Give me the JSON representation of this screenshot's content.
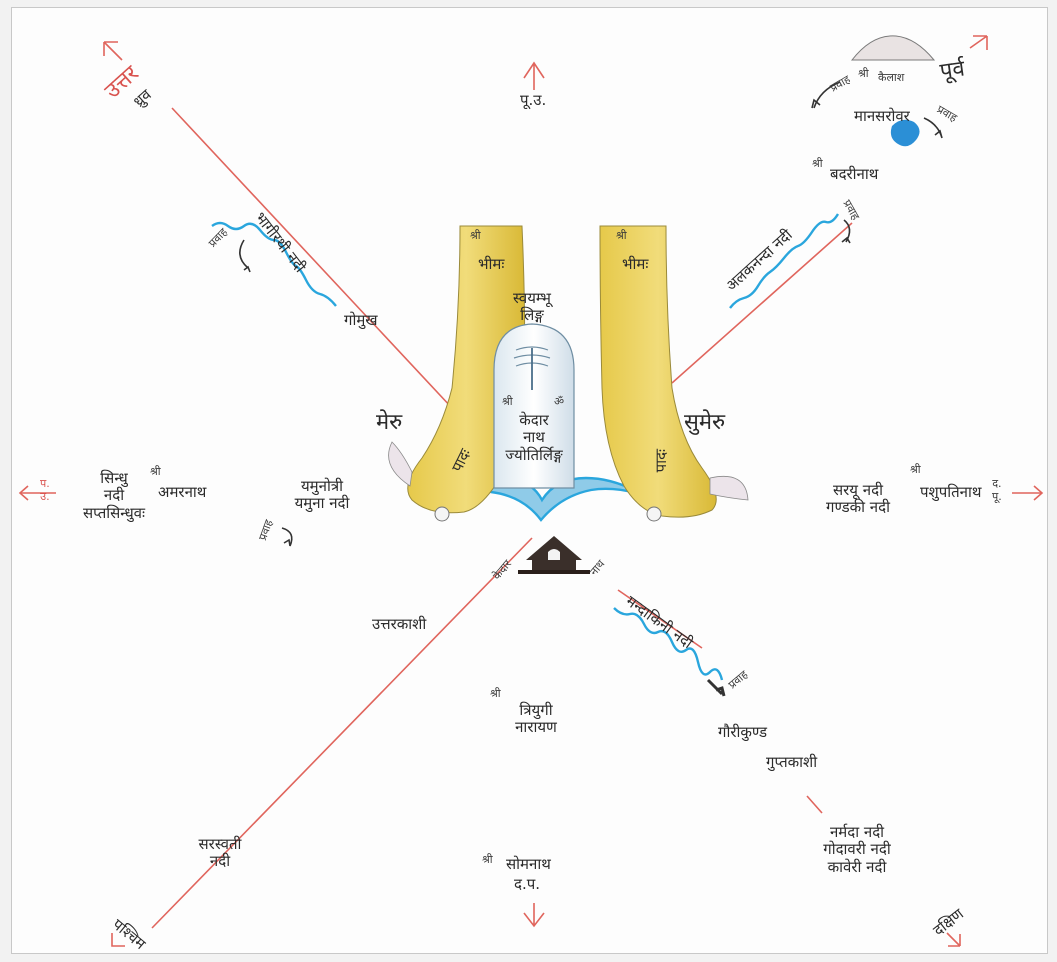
{
  "directions": {
    "north": "उत्तर",
    "northeast_top": "पू.उ.",
    "east_top": "पूर्व",
    "west": "प.\nउ.",
    "east": "द.\nपू.",
    "south_top": "द.प.",
    "southwest": "पश्चिम",
    "south": "दक्षिण"
  },
  "shri": "श्री",
  "labels": {
    "dhruv": "ध्रुव",
    "bhagirathi": "भागीरथी नदी",
    "pravah": "प्रवाह",
    "gomukh": "गोमुख",
    "meru": "मेरु",
    "sumeru": "सुमेरु",
    "bhima_left": "भीमः",
    "bhima_right": "भीमः",
    "pada_left": "पादः",
    "pada_right": "पादः",
    "swayambhu": "स्वयम्भू",
    "linga": "लिङ्ग",
    "om": "ॐ",
    "kedarnath_1": "केदार",
    "kedarnath_2": "नाथ",
    "kedarnath_3": "ज्योतिर्लिङ्ग",
    "alaknanda": "अलकनन्दा नदी",
    "badrinath": "बदरीनाथ",
    "mansarovar": "मानसरोवर",
    "kailash": "कैलाश",
    "sindhu": "सिन्धु",
    "nadi": "नदी",
    "saptasindhu": "सप्तसिन्धुवः",
    "amarnath": "अमरनाथ",
    "yamunotri": "यमुनोत्री",
    "yamuna": "यमुना नदी",
    "saryu": "सरयू नदी",
    "gandaki": "गण्डकी नदी",
    "pashupatinath": "पशुपतिनाथ",
    "mandakini": "मन्दाकिनी नदी",
    "uttarkashi": "उत्तरकाशी",
    "triyugi": "त्रियुगी",
    "narayan": "नारायण",
    "gaurikund": "गौरीकुण्ड",
    "guptkashi": "गुप्तकाशी",
    "narmada": "नर्मदा नदी",
    "godavari": "गोदावरी नदी",
    "kaveri": "कावेरी नदी",
    "saraswati": "सरस्वती",
    "saraswati_nadi": "नदी",
    "somnath": "सोमनाथ"
  },
  "colors": {
    "axis": "#e0655d",
    "river": "#2aa6dd",
    "leg": "#e8cf5a",
    "linga_base": "#b9dcef",
    "ink": "#2a2a2a"
  }
}
